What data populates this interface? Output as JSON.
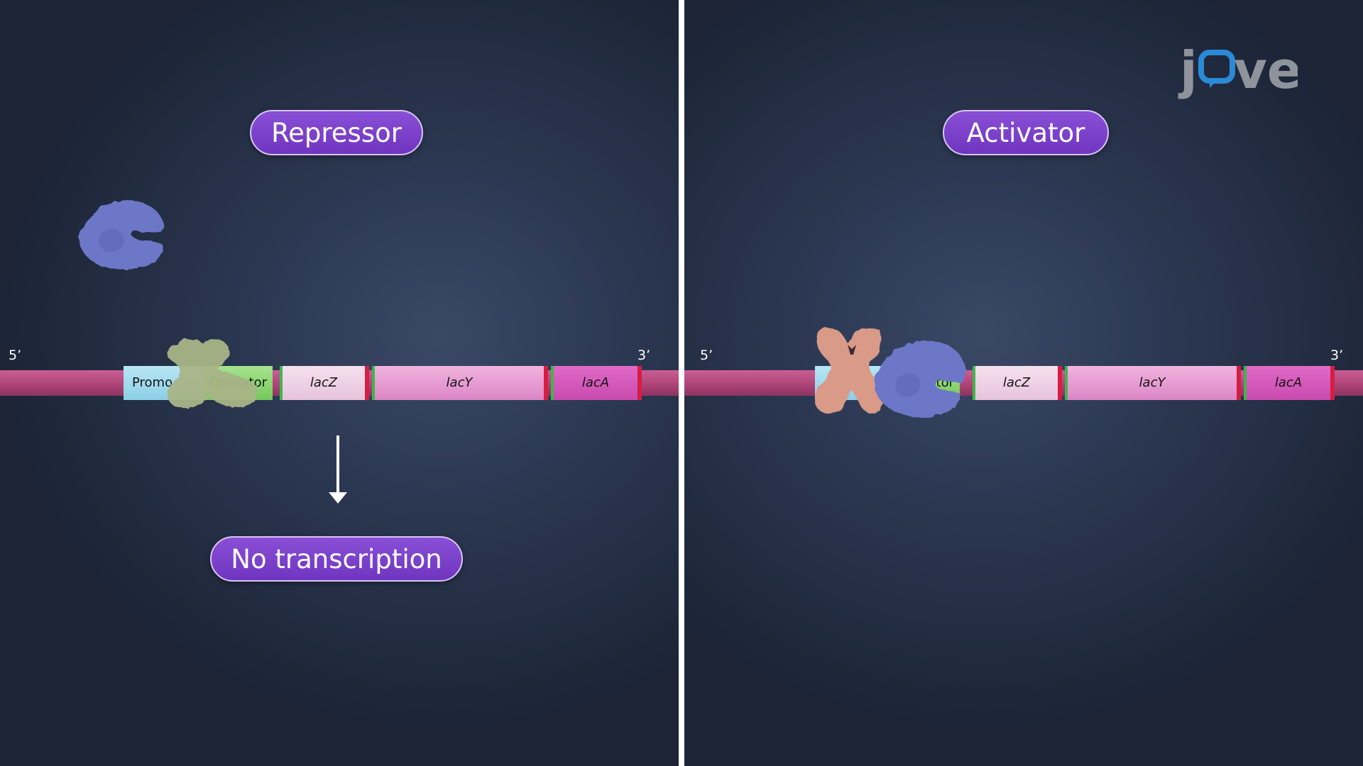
{
  "left_panel": {
    "label": "Repressor",
    "result_label": "No transcription",
    "five_prime": "5’",
    "three_prime": "3’",
    "genes": {
      "promoter": "Promo",
      "operator": "Operator",
      "lacz": "lacZ",
      "lacy": "lacY",
      "laca": "lacA"
    }
  },
  "right_panel": {
    "label": "Activator",
    "five_prime": "5’",
    "three_prime": "3’",
    "genes": {
      "promoter": "",
      "operator": "rator",
      "lacz": "lacZ",
      "lacy": "lacY",
      "laca": "lacA"
    }
  },
  "logo": {
    "text": "jove"
  },
  "colors": {
    "pill": "#7b3fcb",
    "dna": "#b1467a",
    "promoter": "#9bd8ee",
    "operator": "#86d36b",
    "lacz": "#eed0e5",
    "lacy": "#e59bd0",
    "laca": "#d25ab9",
    "gene_border_right": "#d61d43",
    "gene_border_left": "#3cb84b",
    "rna_polymerase": "#6872c4",
    "repressor_protein": "#a7b586",
    "activator_protein": "#d99a88"
  }
}
